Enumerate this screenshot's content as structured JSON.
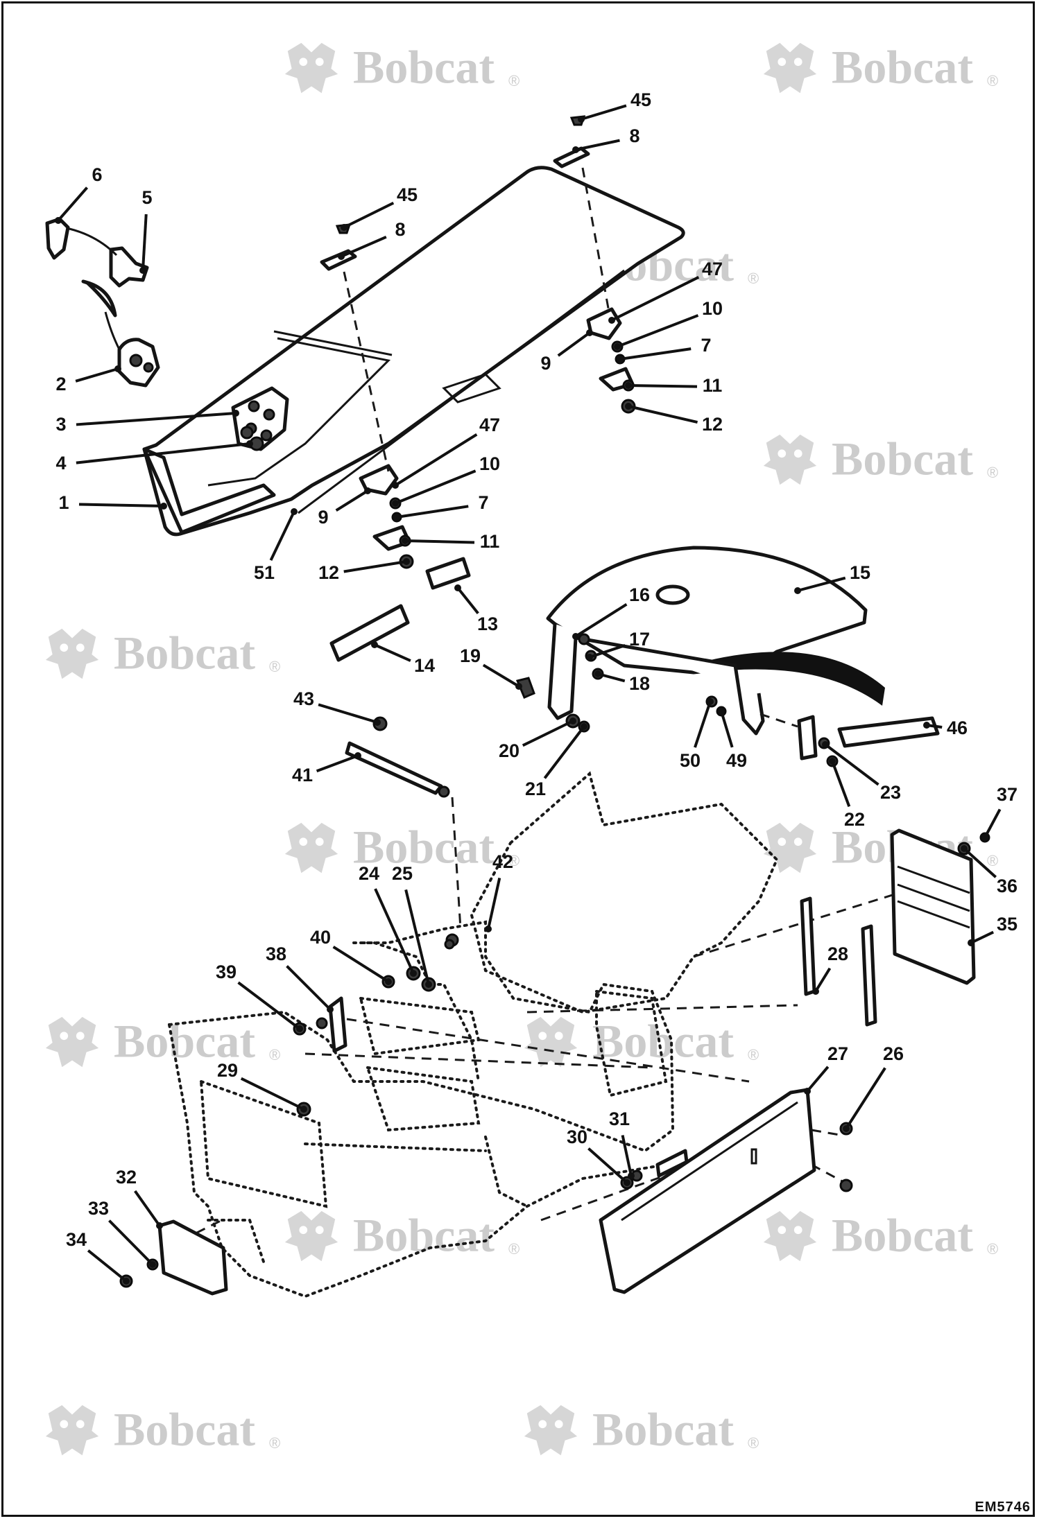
{
  "watermark": {
    "brand": "Bobcat",
    "registered_mark": "®",
    "icon": "bobcat-head-logo"
  },
  "drawing_code": "EM5746",
  "callouts": [
    {
      "id": "c1",
      "label": "1"
    },
    {
      "id": "c2",
      "label": "2"
    },
    {
      "id": "c3",
      "label": "3"
    },
    {
      "id": "c4",
      "label": "4"
    },
    {
      "id": "c5",
      "label": "5"
    },
    {
      "id": "c6",
      "label": "6"
    },
    {
      "id": "c8a",
      "label": "8"
    },
    {
      "id": "c45a",
      "label": "45"
    },
    {
      "id": "c45b",
      "label": "45"
    },
    {
      "id": "c8b",
      "label": "8"
    },
    {
      "id": "c47a",
      "label": "47"
    },
    {
      "id": "c10a",
      "label": "10"
    },
    {
      "id": "c7a",
      "label": "7"
    },
    {
      "id": "c9a",
      "label": "9"
    },
    {
      "id": "c11a",
      "label": "11"
    },
    {
      "id": "c12a",
      "label": "12"
    },
    {
      "id": "c47b",
      "label": "47"
    },
    {
      "id": "c10b",
      "label": "10"
    },
    {
      "id": "c7b",
      "label": "7"
    },
    {
      "id": "c9b",
      "label": "9"
    },
    {
      "id": "c11b",
      "label": "11"
    },
    {
      "id": "c12b",
      "label": "12"
    },
    {
      "id": "c51",
      "label": "51"
    },
    {
      "id": "c13",
      "label": "13"
    },
    {
      "id": "c14",
      "label": "14"
    },
    {
      "id": "c15",
      "label": "15"
    },
    {
      "id": "c16",
      "label": "16"
    },
    {
      "id": "c17",
      "label": "17"
    },
    {
      "id": "c18",
      "label": "18"
    },
    {
      "id": "c19",
      "label": "19"
    },
    {
      "id": "c20",
      "label": "20"
    },
    {
      "id": "c21",
      "label": "21"
    },
    {
      "id": "c43",
      "label": "43"
    },
    {
      "id": "c41",
      "label": "41"
    },
    {
      "id": "c50",
      "label": "50"
    },
    {
      "id": "c49",
      "label": "49"
    },
    {
      "id": "c46",
      "label": "46"
    },
    {
      "id": "c23",
      "label": "23"
    },
    {
      "id": "c22",
      "label": "22"
    },
    {
      "id": "c37",
      "label": "37"
    },
    {
      "id": "c36",
      "label": "36"
    },
    {
      "id": "c35",
      "label": "35"
    },
    {
      "id": "c28",
      "label": "28"
    },
    {
      "id": "c42",
      "label": "42"
    },
    {
      "id": "c24",
      "label": "24"
    },
    {
      "id": "c25",
      "label": "25"
    },
    {
      "id": "c40",
      "label": "40"
    },
    {
      "id": "c38",
      "label": "38"
    },
    {
      "id": "c39",
      "label": "39"
    },
    {
      "id": "c29",
      "label": "29"
    },
    {
      "id": "c27",
      "label": "27"
    },
    {
      "id": "c26",
      "label": "26"
    },
    {
      "id": "c31",
      "label": "31"
    },
    {
      "id": "c30",
      "label": "30"
    },
    {
      "id": "c32",
      "label": "32"
    },
    {
      "id": "c33",
      "label": "33"
    },
    {
      "id": "c34",
      "label": "34"
    }
  ]
}
